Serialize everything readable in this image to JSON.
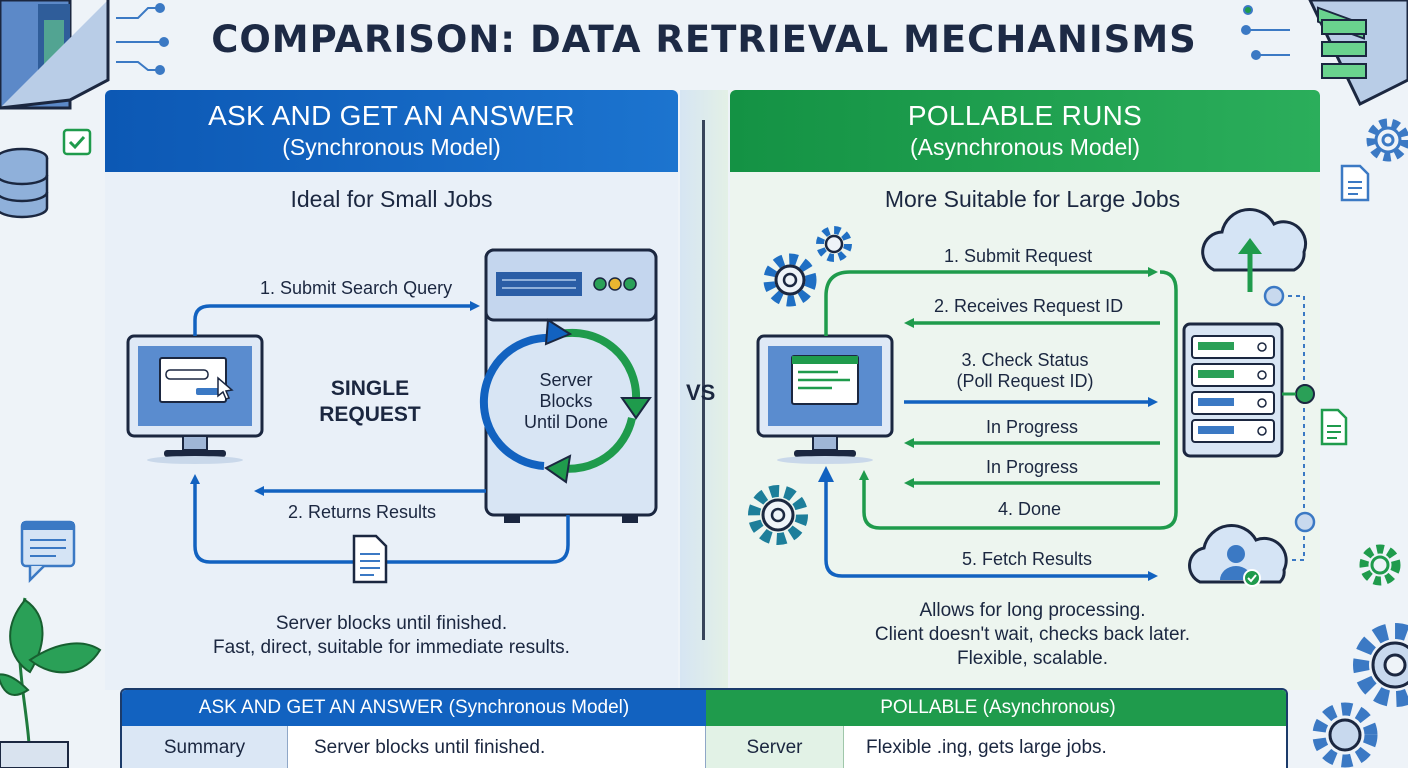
{
  "title": "COMPARISON: DATA RETRIEVAL MECHANISMS",
  "left": {
    "header_title": "ASK AND GET AN ANSWER",
    "header_subtitle": "(Synchronous Model)",
    "subtitle": "Ideal for Small Jobs",
    "step1": "1. Submit Search Query",
    "step2": "2. Returns Results",
    "single_request_line1": "SINGLE",
    "single_request_line2": "REQUEST",
    "server_line1": "Server",
    "server_line2": "Blocks",
    "server_line3": "Until Done",
    "desc_line1": "Server blocks until finished.",
    "desc_line2": "Fast, direct, suitable for immediate results."
  },
  "vs": "VS",
  "right": {
    "header_title": "POLLABLE RUNS",
    "header_subtitle": "(Asynchronous Model)",
    "subtitle": "More Suitable for Large Jobs",
    "step1": "1. Submit Request",
    "step2": "2. Receives Request ID",
    "step3_line1": "3. Check Status",
    "step3_line2": "(Poll Request ID)",
    "progress1": "In Progress",
    "progress2": "In Progress",
    "step4": "4. Done",
    "step5": "5. Fetch Results",
    "desc_line1": "Allows for long processing.",
    "desc_line2": "Client doesn't wait, checks back later.",
    "desc_line3": "Flexible, scalable."
  },
  "table": {
    "left_header": "ASK AND GET AN ANSWER (Synchronous Model)",
    "right_header": "POLLABLE (Asynchronous)",
    "left_key": "Summary",
    "left_value": "Server blocks until finished.",
    "right_key": "Server",
    "right_value": "Flexible .ing, gets large jobs."
  },
  "colors": {
    "blue": "#1262c0",
    "green": "#1f9b4c",
    "dark": "#1b2740"
  }
}
